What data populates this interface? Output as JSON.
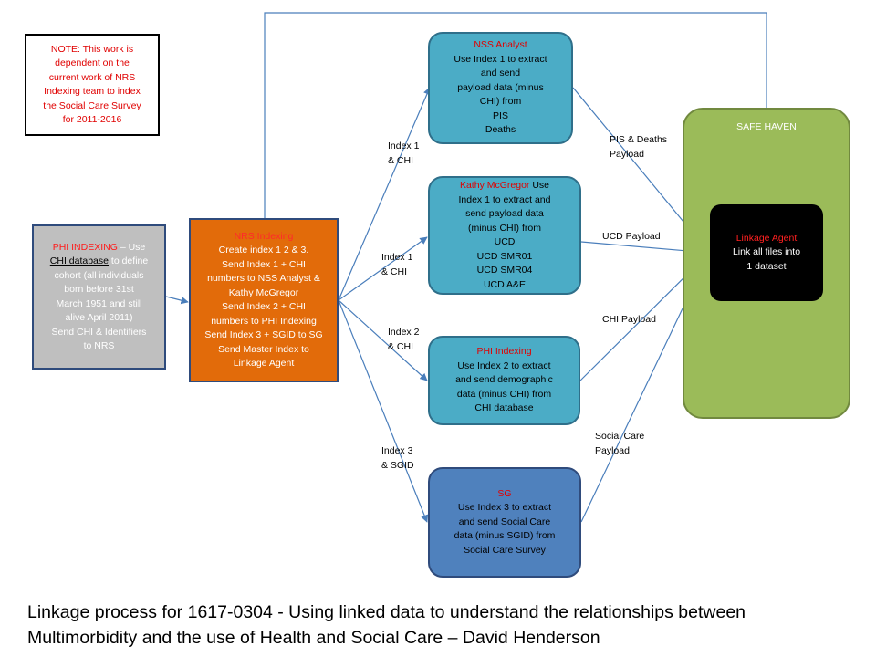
{
  "note": {
    "lines": [
      "NOTE: This work is",
      "dependent on the",
      "current work of NRS",
      "Indexing team to index",
      "the Social Care Survey",
      "for 2011-2016"
    ]
  },
  "phi_indexing_left": {
    "title": "PHI INDEXING",
    "title_suffix": " – Use",
    "chi_database": "CHI database",
    "line2_rest": " to define",
    "lines": [
      "cohort (all individuals",
      "born before 31st",
      "March 1951 and still",
      "alive April 2011)",
      "Send CHI & Identifiers",
      "to NRS"
    ]
  },
  "nrs_indexing": {
    "title": "NRS Indexing",
    "lines": [
      "Create index 1 2 & 3.",
      "Send Index 1 + CHI",
      "numbers to NSS Analyst &",
      "Kathy McGregor",
      "Send Index 2 + CHI",
      "numbers to PHI Indexing",
      "Send Index 3 + SGID to SG",
      "Send Master Index to",
      "Linkage Agent"
    ]
  },
  "nss_analyst": {
    "title": "NSS Analyst",
    "lines": [
      "Use Index 1 to extract",
      "and send",
      "payload data (minus",
      "CHI) from",
      "PIS",
      "Deaths"
    ]
  },
  "kathy": {
    "title": "Kathy McGregor",
    "title_suffix": " Use",
    "lines": [
      "Index 1 to extract and",
      "send payload data",
      "(minus CHI) from",
      "UCD",
      "UCD SMR01",
      "UCD SMR04",
      "UCD A&E"
    ]
  },
  "phi_indexing_mid": {
    "title": "PHI Indexing",
    "lines": [
      "Use Index 2 to extract",
      "and send demographic",
      "data (minus CHI) from",
      "CHI database"
    ]
  },
  "sg": {
    "title": "SG",
    "lines": [
      "Use Index 3 to extract",
      "and send Social Care",
      "data (minus SGID) from",
      "Social Care Survey"
    ]
  },
  "safe_haven": {
    "title": "SAFE HAVEN"
  },
  "linkage_agent": {
    "title": "Linkage Agent",
    "lines": [
      "Link all files into",
      "1 dataset"
    ]
  },
  "edge_labels": {
    "index1_chi_a": "Index 1\n& CHI",
    "index1_chi_b": "Index 1\n& CHI",
    "index2_chi": "Index 2\n& CHI",
    "index3_sgid": "Index 3\n& SGID",
    "pis_deaths": "PIS & Deaths\nPayload",
    "ucd_payload": "UCD Payload",
    "chi_payload": "CHI Payload",
    "social_care": "Social Care\nPayload"
  },
  "caption": {
    "line1": "Linkage process for 1617-0304 - Using linked data to understand the relationships between",
    "line2": "Multimorbidity and the use of Health and Social Care – David Henderson"
  },
  "colors": {
    "arrow": "#4a7ebb",
    "nrs_orange": "#e26b0a",
    "teal": "#4bacc6",
    "sg_blue": "#4f81bd",
    "safe_green": "#9bbb59",
    "note_red": "#e00000"
  }
}
